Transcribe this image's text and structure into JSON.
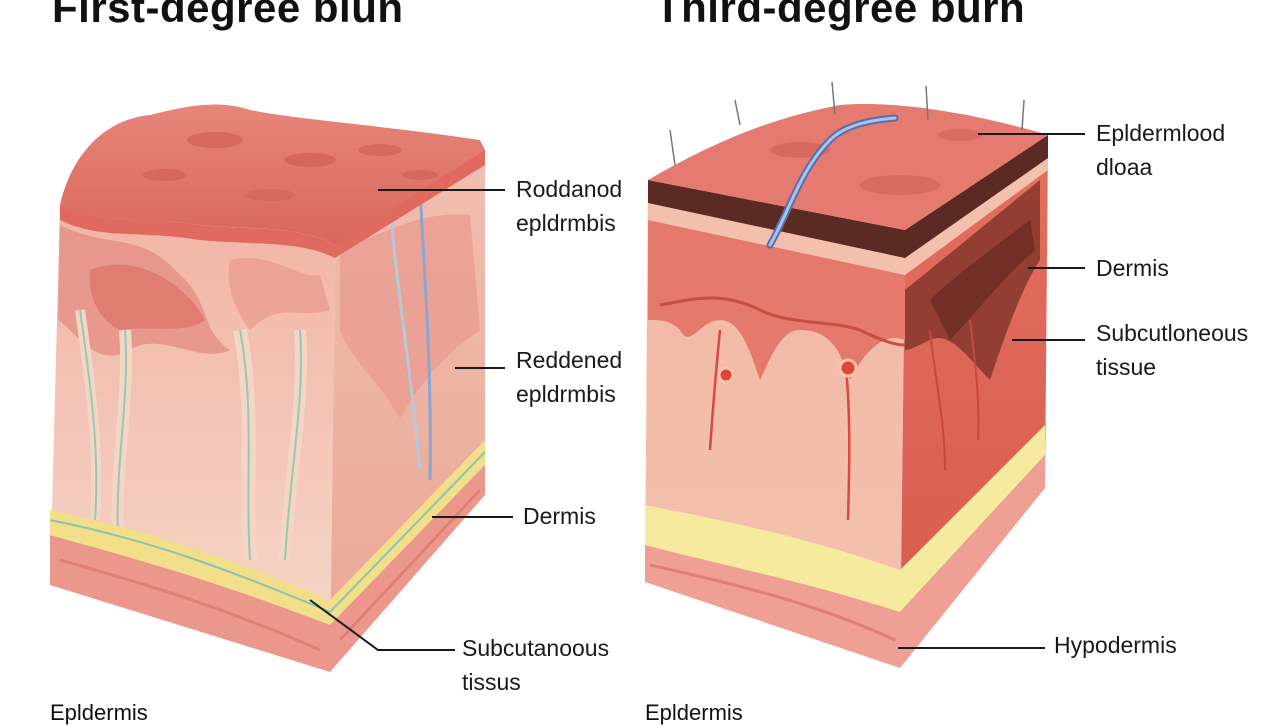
{
  "titles": {
    "left": "First-degree blun",
    "right": "Third-degree burn"
  },
  "left_labels": {
    "reddened_1_line1": "Roddanod",
    "reddened_1_line2": "epldrmbis",
    "reddened_2_line1": "Reddened",
    "reddened_2_line2": "epldrmbis",
    "dermis": "Dermis",
    "subcutaneous_line1": "Subcutanoous",
    "subcutaneous_line2": "tissus"
  },
  "right_labels": {
    "epidermis_line1": "Epldermlood",
    "epidermis_line2": "dloaa",
    "dermis": "Dermis",
    "subcutaneous_line1": "Subcutloneous",
    "subcutaneous_line2": "tissue",
    "hypodermis": "Hypodermis"
  },
  "captions": {
    "left": "Epldermis",
    "right": "Epldermis"
  },
  "colors": {
    "surface": "#e47a70",
    "side_light": "#f4cbb8",
    "side_dark": "#e89a8a",
    "fat_yellow": "#f3e39a",
    "hypodermis_pink": "#ee9a90",
    "burn_dark": "#5b2a22",
    "leader_line": "#1a1a1a"
  }
}
